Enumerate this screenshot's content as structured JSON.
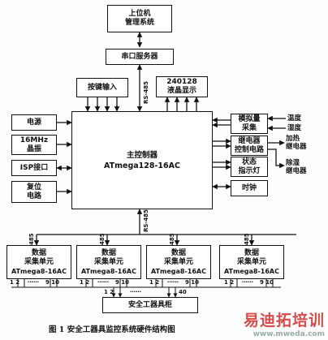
{
  "host": [
    "上位机",
    "管理系统"
  ],
  "serial_server": "串口服务器",
  "keys": "按键输入",
  "lcd": [
    "240128",
    "液晶显示"
  ],
  "mcu": [
    "主控制器",
    "ATmega128-16AC"
  ],
  "power": "电源",
  "crystal": [
    "16MHz",
    "晶振"
  ],
  "isp": "ISP接口",
  "reset": [
    "复位",
    "电路"
  ],
  "analog": [
    "模拟量",
    "采集"
  ],
  "relay": [
    "继电器",
    "控制电路"
  ],
  "status": [
    "状态",
    "指示灯"
  ],
  "clock": "时钟",
  "temp": "温度",
  "humid": "湿度",
  "heat": [
    "加热",
    "继电器"
  ],
  "dehumid": [
    "除湿",
    "继电器"
  ],
  "rs485": "RS-485",
  "bus485": "485",
  "acq_unit": [
    "数据",
    "采集单元",
    "ATmega8-16AC"
  ],
  "acq_left": "1 2",
  "acq_dots": "……",
  "acq_right": "9 10",
  "cabinet": "安全工器具柜",
  "cab_left": "1 2",
  "cab_right": "40",
  "caption": "图 1   安全工器具监控系统硬件结构图",
  "watermark": "易迪拓培训",
  "watermark_url": "www.mweda.com"
}
